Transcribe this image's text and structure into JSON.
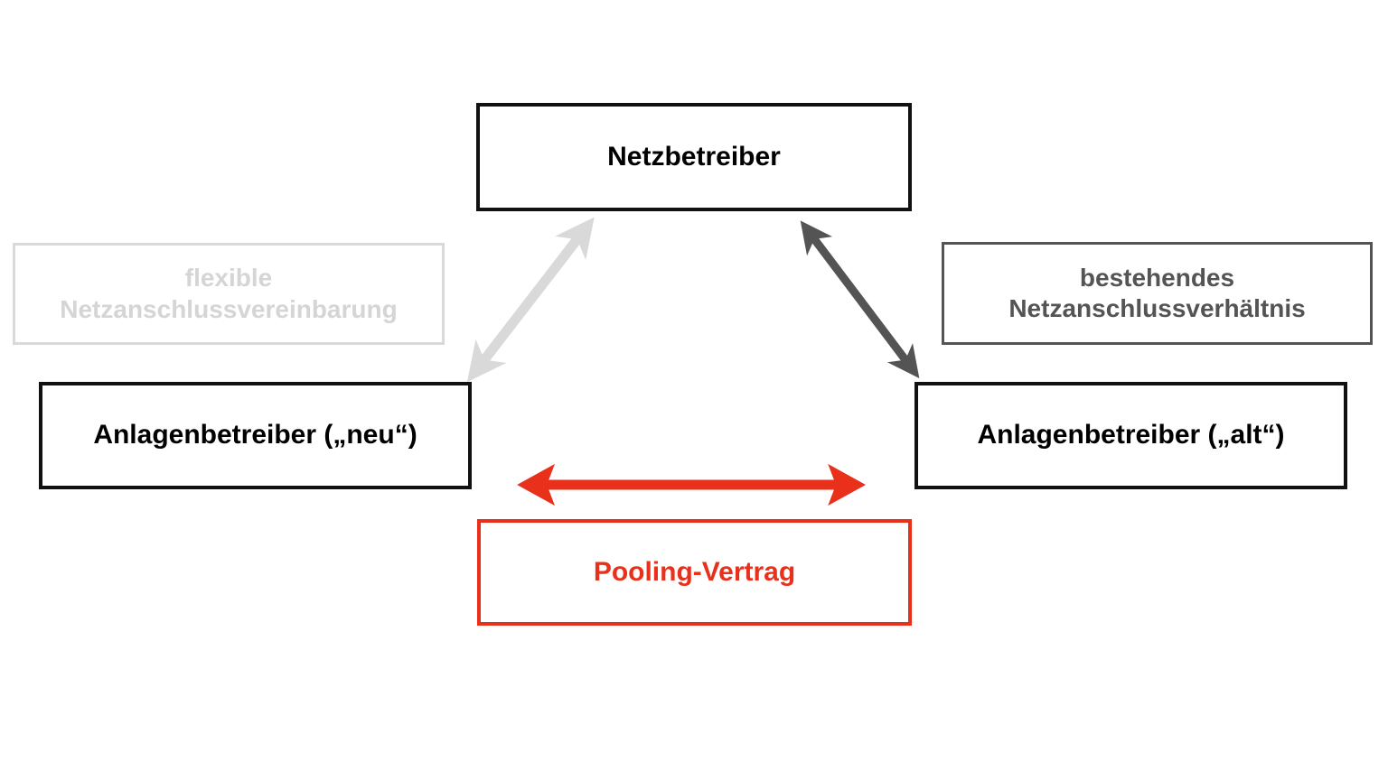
{
  "diagram": {
    "title_text": "Netzbetreiber",
    "background_color": "#ffffff",
    "nodes": {
      "grid_operator": {
        "label": "Netzbetreiber",
        "color": "#000000",
        "border_color": "#111111"
      },
      "operator_new": {
        "label": "Anlagenbetreiber („neu“)",
        "color": "#000000",
        "border_color": "#111111"
      },
      "operator_old": {
        "label": "Anlagenbetreiber („alt“)",
        "color": "#000000",
        "border_color": "#111111"
      },
      "pooling_contract": {
        "label": "Pooling-Vertrag",
        "color": "#E8301A",
        "border_color": "#E8301A"
      },
      "flexible_agreement": {
        "line1": "flexible",
        "line2": "Netzanschlussvereinbarung",
        "color": "#d5d5d5",
        "border_color": "#d9d9d9"
      },
      "existing_connection": {
        "line1": "bestehendes",
        "line2": "Netzanschlussverhältnis",
        "color": "#545454",
        "border_color": "#545454"
      }
    },
    "connectors": [
      {
        "name": "flexible-connection-arrow",
        "from": "operator_new",
        "to": "grid_operator",
        "style": "double-headed",
        "color": "#d9d9d9"
      },
      {
        "name": "existing-connection-arrow",
        "from": "grid_operator",
        "to": "operator_old",
        "style": "double-headed",
        "color": "#545454"
      },
      {
        "name": "pooling-contract-arrow",
        "from": "operator_new",
        "to": "operator_old",
        "style": "double-headed",
        "color": "#E8301A"
      }
    ]
  }
}
